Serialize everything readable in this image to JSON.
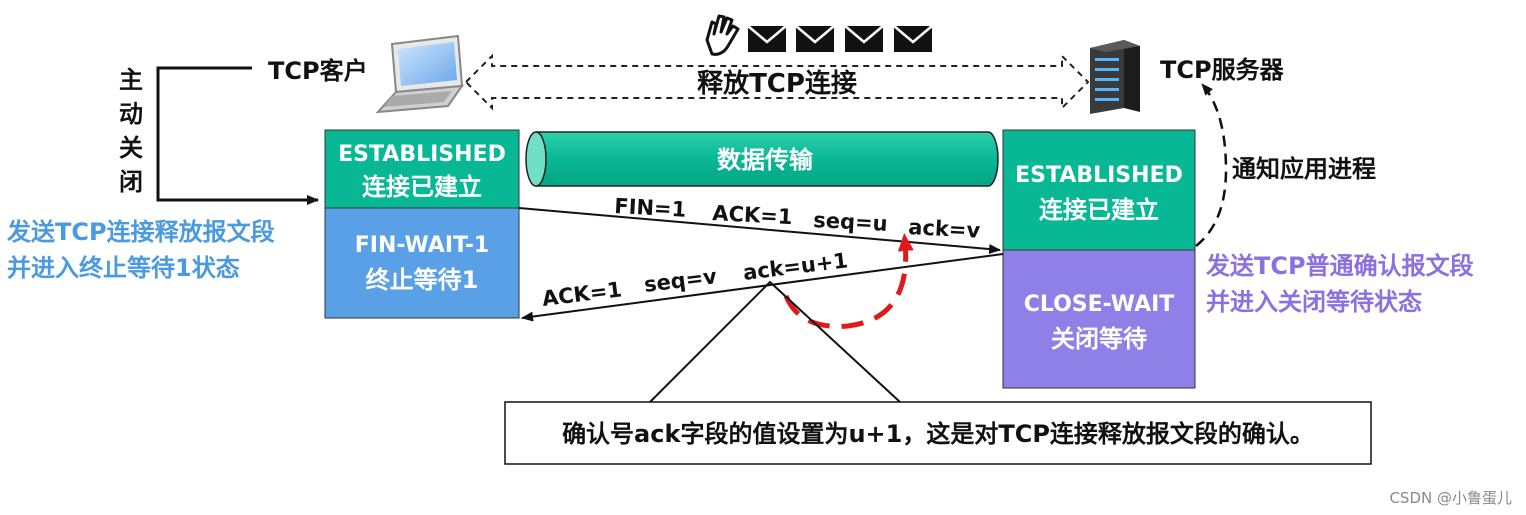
{
  "client": {
    "label": "TCP客户",
    "active_close": [
      "主",
      "动",
      "关",
      "闭"
    ],
    "state_established": {
      "en": "ESTABLISHED",
      "zh": "连接已建立"
    },
    "state_fin_wait": {
      "en": "FIN-WAIT-1",
      "zh": "终止等待1"
    },
    "note_lines": [
      "发送TCP连接释放报文段",
      "并进入终止等待1状态"
    ]
  },
  "server": {
    "label": "TCP服务器",
    "notify_app": "通知应用进程",
    "state_established": {
      "en": "ESTABLISHED",
      "zh": "连接已建立"
    },
    "state_close_wait": {
      "en": "CLOSE-WAIT",
      "zh": "关闭等待"
    },
    "note_lines": [
      "发送TCP普通确认报文段",
      "并进入关闭等待状态"
    ]
  },
  "release_label": "释放TCP连接",
  "pipe_label": "数据传输",
  "segment_fin": {
    "fin": "FIN=1",
    "ack": "ACK=1",
    "seq": "seq=u",
    "ackno": "ack=v"
  },
  "segment_ack": {
    "ack": "ACK=1",
    "seq": "seq=v",
    "ackno": "ack=u+1"
  },
  "callout": "确认号ack字段的值设置为u+1，这是对TCP连接释放报文段的确认。",
  "watermark": "CSDN @小鲁蛋儿",
  "colors": {
    "teal": "#08b895",
    "blue": "#5aa0e6",
    "purple": "#8f80e8",
    "red": "#e01a1a",
    "client_note": "#4a9ae0",
    "server_note": "#8a70e0"
  },
  "icons": [
    "laptop-icon",
    "server-icon",
    "hand-wave-icon",
    "envelope-icon"
  ]
}
